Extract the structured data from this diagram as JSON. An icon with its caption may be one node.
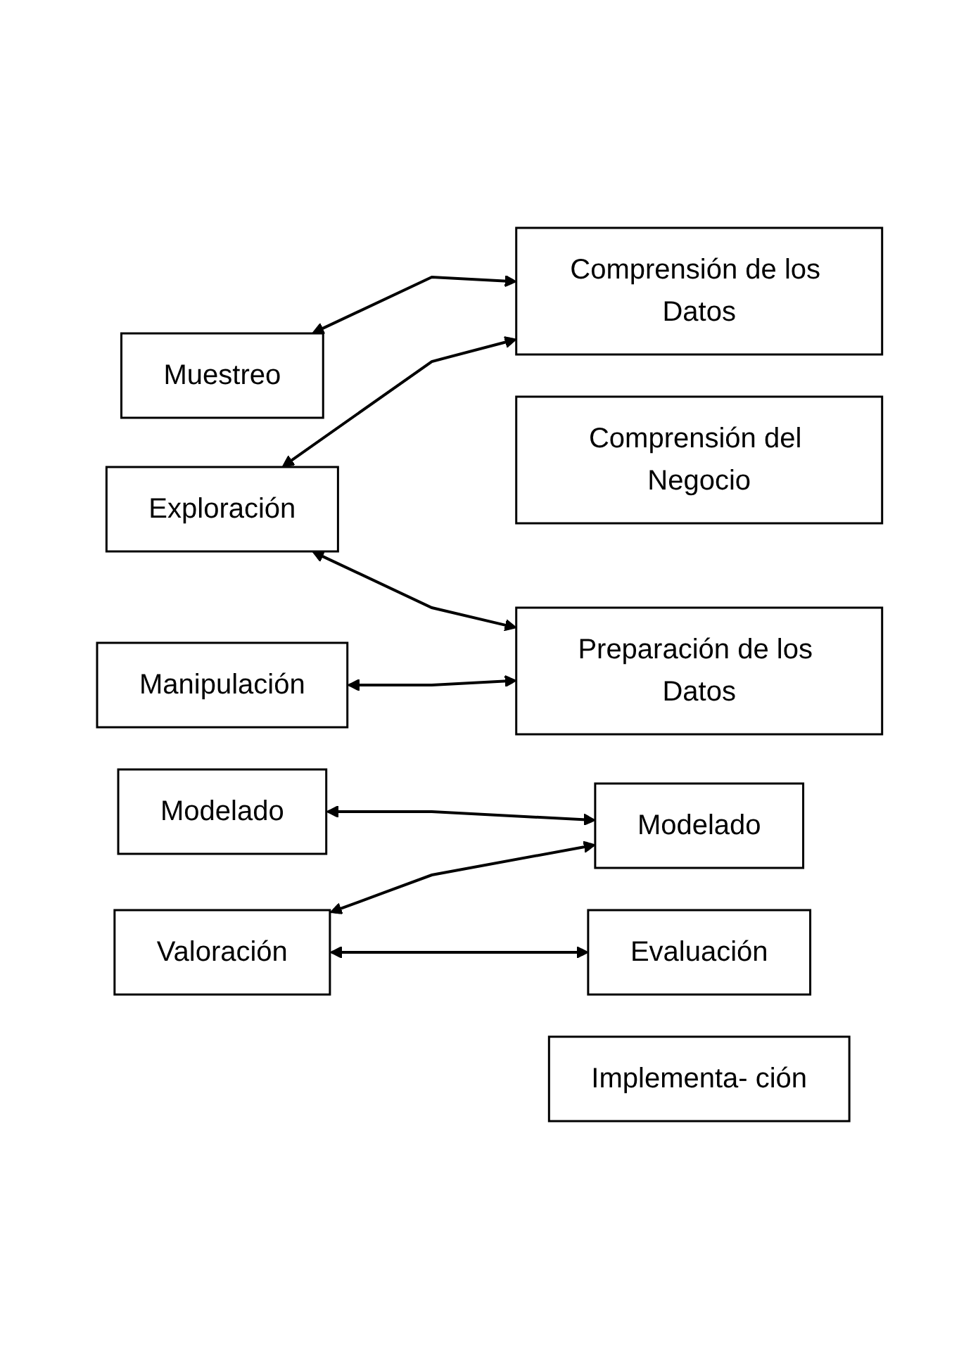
{
  "diagram": {
    "nodes": [
      {
        "text": [
          "Comprensión del Negocio"
        ]
      },
      {
        "text": [
          "Muestreo"
        ]
      },
      {
        "text": [
          "Comprensión de los Datos"
        ]
      },
      {
        "text": [
          "Exploración"
        ]
      },
      {
        "text": [
          "Preparación de los Datos"
        ]
      },
      {
        "text": [
          "Manipulación"
        ]
      },
      {
        "text": [
          "Modelado"
        ]
      },
      {
        "text": [
          "Modelado"
        ]
      },
      {
        "text": [
          "Valoración"
        ]
      },
      {
        "text": [
          "Evaluación"
        ]
      },
      {
        "text": [
          "Implementa- ción"
        ]
      }
    ],
    "edges": [
      {
        "from": 1,
        "to": 2,
        "arrow": "both"
      },
      {
        "from": 3,
        "to": 2,
        "arrow": "both"
      },
      {
        "from": 3,
        "to": 4,
        "arrow": "both"
      },
      {
        "from": 5,
        "to": 4,
        "arrow": "both"
      },
      {
        "from": 6,
        "to": 7,
        "arrow": "both"
      },
      {
        "from": 8,
        "to": 7,
        "arrow": "both"
      },
      {
        "from": 8,
        "to": 9,
        "arrow": "both"
      }
    ]
  }
}
